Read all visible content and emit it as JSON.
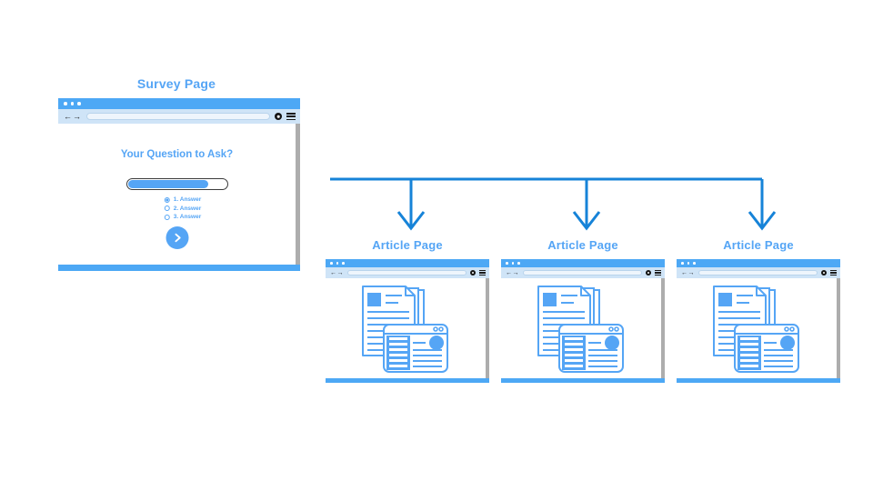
{
  "colors": {
    "brand_blue": "#55a5f5",
    "titlebar_blue": "#4da8f5",
    "toolbar_blue": "#cfe4f7",
    "line_blue": "#1683d8",
    "scrollbar_gray": "#adadad",
    "background": "#ffffff"
  },
  "survey": {
    "title": "Survey Page",
    "question": "Your Question to Ask?",
    "progress_percent": 82,
    "options": [
      {
        "label": "1. Answer",
        "selected": true
      },
      {
        "label": "2. Answer",
        "selected": false
      },
      {
        "label": "3. Answer",
        "selected": false
      }
    ],
    "next_button_label": "",
    "browser": {
      "back_arrow": "←",
      "forward_arrow": "→",
      "url_value": "",
      "url_placeholder": ""
    }
  },
  "articles": [
    {
      "title": "Article Page",
      "browser": {
        "back_arrow": "←",
        "forward_arrow": "→",
        "url_value": ""
      }
    },
    {
      "title": "Article Page",
      "browser": {
        "back_arrow": "←",
        "forward_arrow": "→",
        "url_value": ""
      }
    },
    {
      "title": "Article Page",
      "browser": {
        "back_arrow": "←",
        "forward_arrow": "→",
        "url_value": ""
      }
    }
  ],
  "connector": {
    "description": "One horizontal branch line with three downward arrows"
  }
}
